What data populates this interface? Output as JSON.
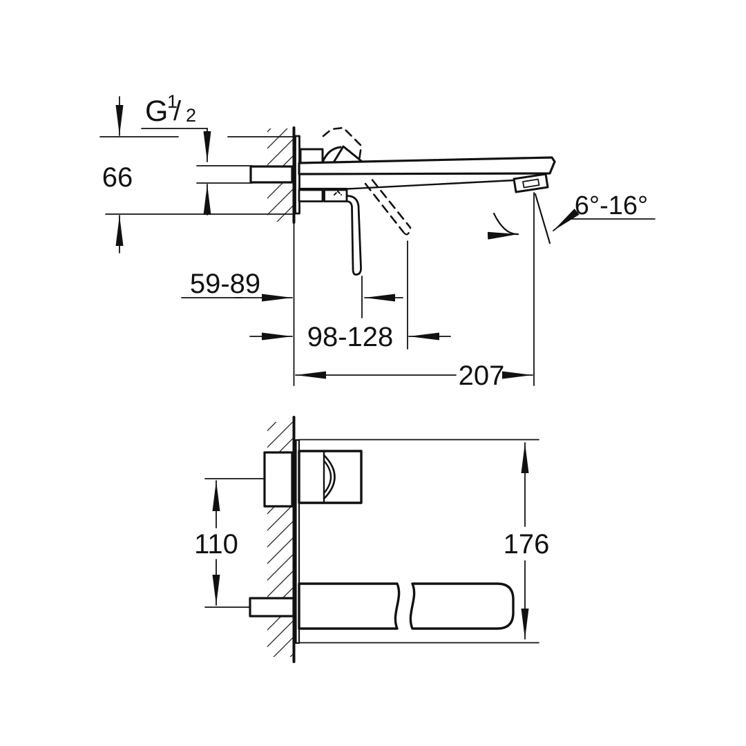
{
  "page": {
    "background": "#ffffff",
    "line_color": "#111111",
    "description": "Technical dimension drawing of a wall-mounted two-hole basin mixer, side view (top) and front view (bottom)"
  },
  "drawing": {
    "side_view": {
      "thread_label": {
        "prefix": "G",
        "numerator": "1",
        "slash": "/",
        "denominator": "2"
      },
      "dims": {
        "plate_height": "66",
        "lever_clearance": "59-89",
        "lever_reach": "98-128",
        "spout_reach": "207",
        "spray_angle": "6°-16°"
      }
    },
    "front_view": {
      "dims": {
        "center_distance": "110",
        "overall_height": "176"
      }
    }
  }
}
